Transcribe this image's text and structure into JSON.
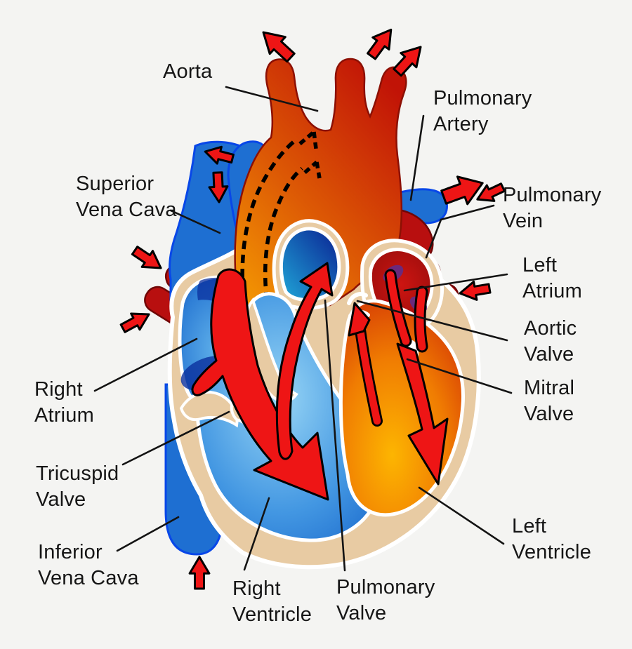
{
  "figure": {
    "type": "heart-anatomy-diagram",
    "background": "#f4f4f2"
  },
  "colors": {
    "vein_blue": "#1e6fd2",
    "vein_blue_outline": "#0847e8",
    "aorta_orange": "#f59b02",
    "aorta_dark_red": "#c11306",
    "pulmonary_vein_dark_red": "#b80f0f",
    "heart_wall_tan": "#e8cba3",
    "chamber_border_white": "#ffffff",
    "right_chamber_blue_light": "#97d5f5",
    "right_chamber_blue_dark": "#0c3fae",
    "pulmonary_trunk_navy": "#0a2192",
    "left_atrium_crimson": "#c41111",
    "left_ventricle_orange": "#fdb501",
    "flow_arrow_red": "#ee1515",
    "flow_arrow_outline": "#000000",
    "label_text": "#161616",
    "leader_line": "#131313"
  },
  "labels": {
    "aorta": {
      "text": "Aorta"
    },
    "pulmonary_artery": {
      "line1": "Pulmonary",
      "line2": "Artery"
    },
    "superior_vena_cava": {
      "line1": "Superior",
      "line2": "Vena Cava"
    },
    "pulmonary_vein": {
      "line1": "Pulmonary",
      "line2": "Vein"
    },
    "left_atrium": {
      "line1": "Left",
      "line2": "Atrium"
    },
    "aortic_valve": {
      "line1": "Aortic",
      "line2": "Valve"
    },
    "mitral_valve": {
      "line1": "Mitral",
      "line2": "Valve"
    },
    "right_atrium": {
      "line1": "Right",
      "line2": "Atrium"
    },
    "tricuspid_valve": {
      "line1": "Tricuspid",
      "line2": "Valve"
    },
    "inferior_vena_cava": {
      "line1": "Inferior",
      "line2": "Vena Cava"
    },
    "right_ventricle": {
      "line1": "Right",
      "line2": "Ventricle"
    },
    "pulmonary_valve": {
      "line1": "Pulmonary",
      "line2": "Valve"
    },
    "left_ventricle": {
      "line1": "Left",
      "line2": "Ventricle"
    }
  },
  "flow_arrows": {
    "aorta_outflow": [
      "up-left",
      "up-right",
      "up-right"
    ],
    "pulmonary_artery_outflow": [
      "left",
      "down",
      "right"
    ],
    "pulmonary_vein_inflow_left": [
      "down-right",
      "up-right"
    ],
    "pulmonary_vein_inflow_right": [
      "down-left",
      "left"
    ],
    "inferior_vena_cava_inflow": [
      "up"
    ]
  }
}
